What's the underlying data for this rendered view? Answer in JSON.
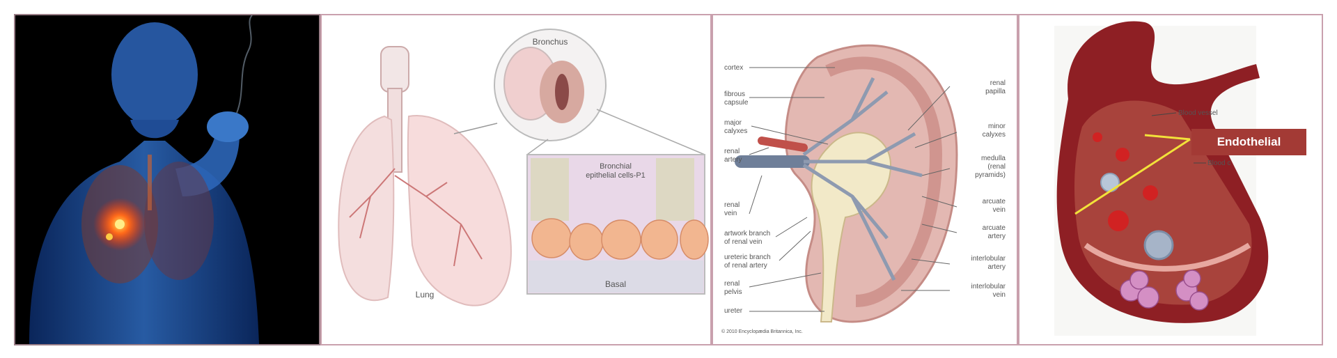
{
  "panels": {
    "smoker": {},
    "lung": {
      "bronchus_label": "Bronchus",
      "cells_label_line1": "Bronchial",
      "cells_label_line2": "epithelial cells-P1",
      "basal_label": "Basal",
      "lung_label": "Lung"
    },
    "kidney": {
      "left_labels": [
        [
          "cortex"
        ],
        [
          "fibrous",
          "capsule"
        ],
        [
          "major",
          "calyxes"
        ],
        [
          "renal",
          "artery"
        ],
        [
          "renal",
          "vein"
        ],
        [
          "artwork branch",
          "of renal vein"
        ],
        [
          "ureteric branch",
          "of renal artery"
        ],
        [
          "renal",
          "pelvis"
        ],
        [
          "ureter"
        ]
      ],
      "right_labels": [
        [
          "renal",
          "papilla"
        ],
        [
          "minor",
          "calyxes"
        ],
        [
          "medulla",
          "(renal",
          "pyramids)"
        ],
        [
          "arcuate",
          "vein"
        ],
        [
          "arcuate",
          "artery"
        ],
        [
          "interlobular",
          "artery"
        ],
        [
          "interlobular",
          "vein"
        ]
      ],
      "copyright": "© 2010 Encyclopædia Britannica, Inc."
    },
    "vessel": {
      "blood_vessel_label": "Blood vessel",
      "blood_cell_label": "Blood c",
      "endothelial_label": "Endothelial",
      "callout_color": "#a33a35",
      "pointer_color": "#f2e23a"
    }
  }
}
